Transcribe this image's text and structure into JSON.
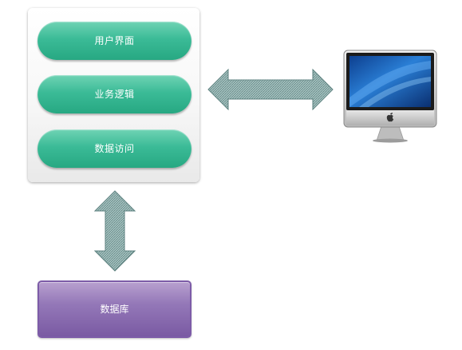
{
  "layers": [
    {
      "label": "用户界面"
    },
    {
      "label": "业务逻辑"
    },
    {
      "label": "数据访问"
    }
  ],
  "database": {
    "label": "数据库"
  },
  "colors": {
    "layer_green": "#3bbb97",
    "database_purple": "#9478b8",
    "arrow_fill": "#8fb0ae"
  },
  "icons": [
    "double-arrow-horizontal-icon",
    "double-arrow-vertical-icon",
    "computer-monitor-icon",
    "apple-logo-icon"
  ]
}
